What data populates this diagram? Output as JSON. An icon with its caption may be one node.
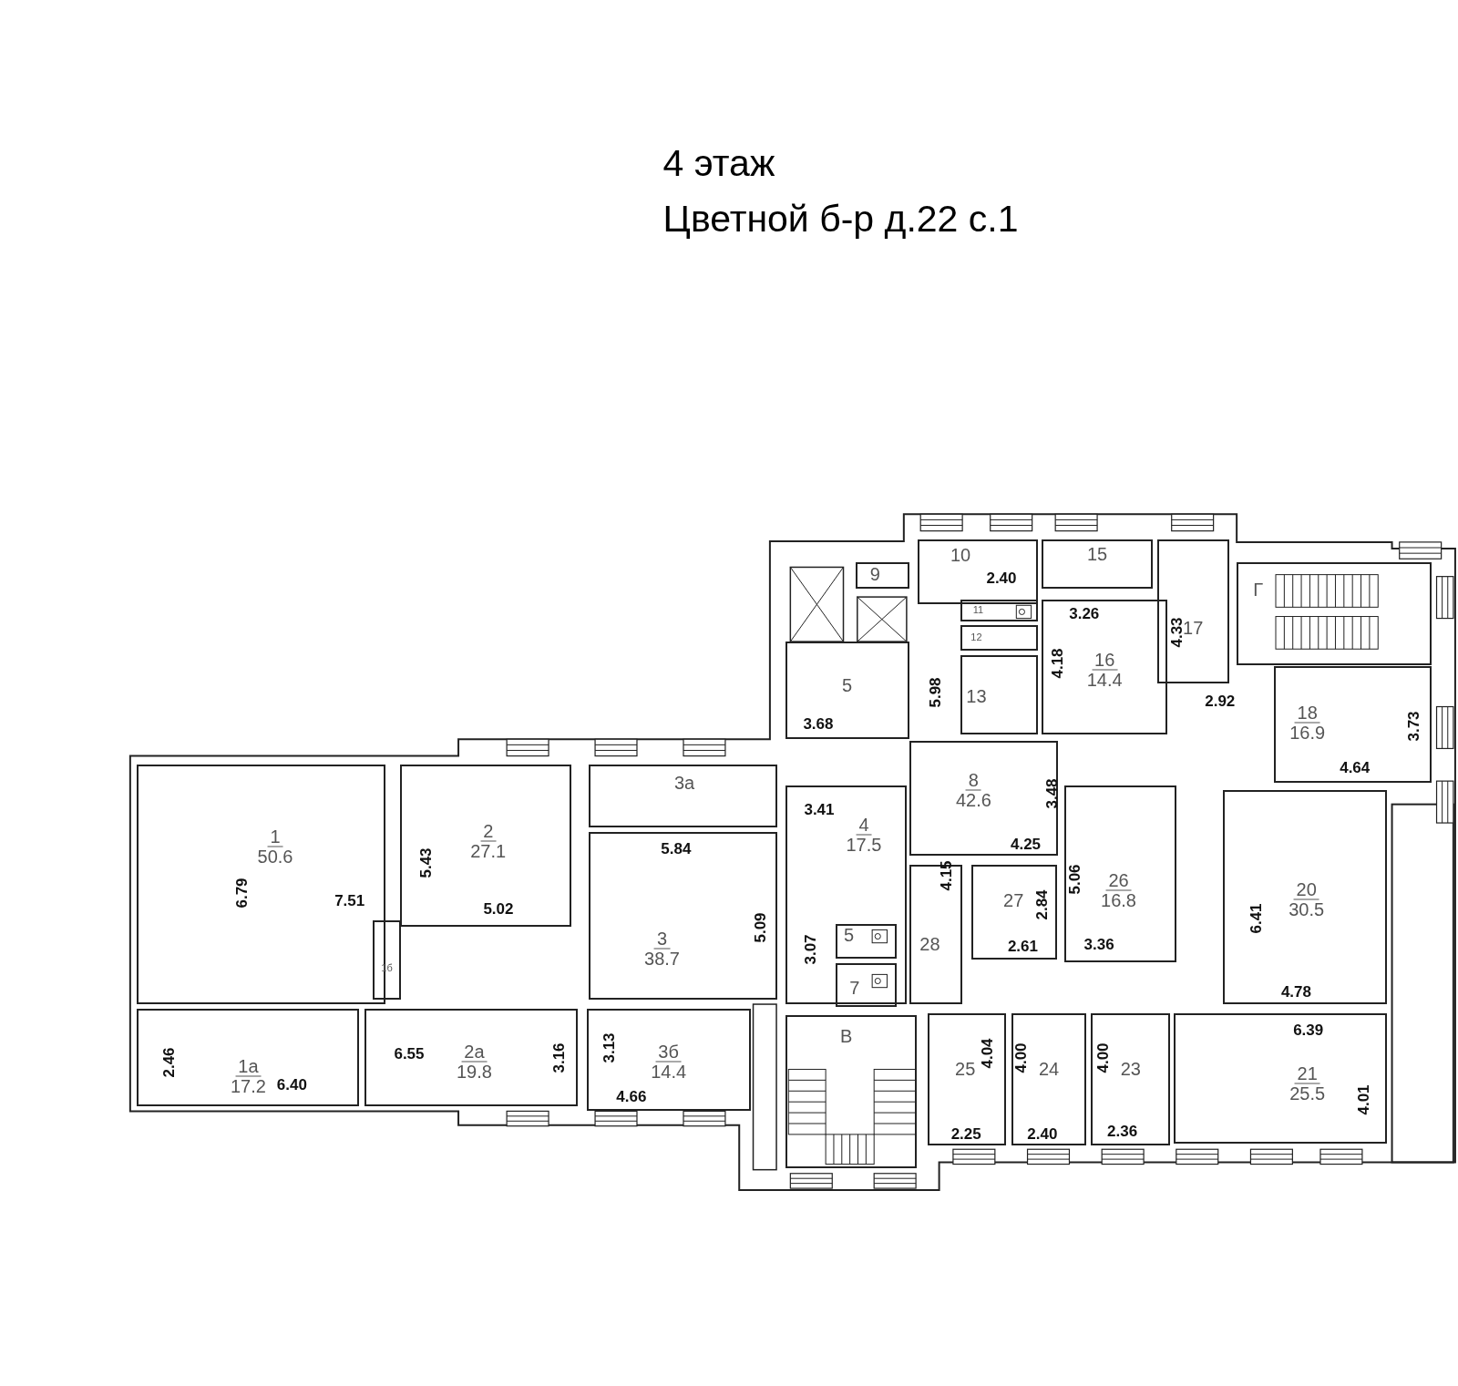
{
  "diagram": {
    "title": "4 этаж",
    "nodes": [
      {
        "text": [
          "9"
        ]
      },
      {
        "text": [
          "10"
        ]
      },
      {
        "text": [
          "15"
        ]
      },
      {
        "text": [
          "17"
        ]
      },
      {
        "text": [
          "11"
        ]
      },
      {
        "text": [
          "Г"
        ]
      },
      {
        "text": [
          "12"
        ]
      },
      {
        "text": [
          "16",
          "14.4"
        ]
      },
      {
        "text": [
          "5"
        ]
      },
      {
        "text": [
          "13"
        ]
      },
      {
        "text": [
          "18",
          "16.9"
        ]
      },
      {
        "text": [
          "1",
          "50.6"
        ]
      },
      {
        "text": [
          "2",
          "27.1"
        ]
      },
      {
        "text": [
          "3а"
        ]
      },
      {
        "text": [
          "8",
          "42.6"
        ]
      },
      {
        "text": [
          "4",
          "17.5"
        ]
      },
      {
        "text": [
          "26",
          "16.8"
        ]
      },
      {
        "text": [
          "20",
          "30.5"
        ]
      },
      {
        "text": [
          "27"
        ]
      },
      {
        "text": [
          "3",
          "38.7"
        ]
      },
      {
        "text": [
          "28"
        ]
      },
      {
        "text": [
          "5"
        ],
        "in": 15
      },
      {
        "text": [
          "1б"
        ]
      },
      {
        "text": [
          "7"
        ],
        "in": 15
      },
      {
        "text": [
          "1а",
          "17.2"
        ]
      },
      {
        "text": [
          "2а",
          "19.8"
        ]
      },
      {
        "text": [
          "3б",
          "14.4"
        ]
      },
      {
        "text": [
          "В"
        ]
      },
      {
        "text": [
          "25"
        ]
      },
      {
        "text": [
          "24"
        ]
      },
      {
        "text": [
          "23"
        ]
      },
      {
        "text": [
          "21",
          "25.5"
        ]
      }
    ],
    "labels": [
      "Цветной б-р д.22 с.1",
      "2.40",
      "4.33",
      "3.26",
      "5.98",
      "4.18",
      "2.92",
      "3.68",
      "3.73",
      "4.64",
      "3.48",
      "3.41",
      "5.84",
      "4.25",
      "6.79",
      "7.51",
      "5.43",
      "4.15",
      "5.06",
      "2.84",
      "5.02",
      "6.41",
      "2.61",
      "3.36",
      "5.09",
      "3.07",
      "4.78",
      "6.39",
      "6.55",
      "2.46",
      "3.16",
      "3.13",
      "4.04",
      "4.00",
      "4.00",
      "6.40",
      "4.01",
      "4.66",
      "2.25",
      "2.40",
      "2.36"
    ]
  }
}
